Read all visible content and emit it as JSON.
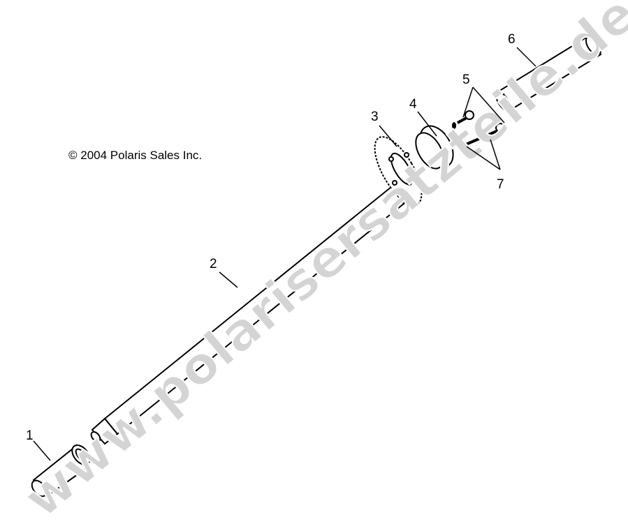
{
  "copyright": "© 2004 Polaris Sales Inc.",
  "watermark": "www.polarisersatzteile.de",
  "callouts": [
    "1",
    "2",
    "3",
    "4",
    "5",
    "6",
    "7"
  ],
  "colors": {
    "line": "#000000",
    "watermark": "#d4d4d4",
    "background": "#ffffff"
  }
}
